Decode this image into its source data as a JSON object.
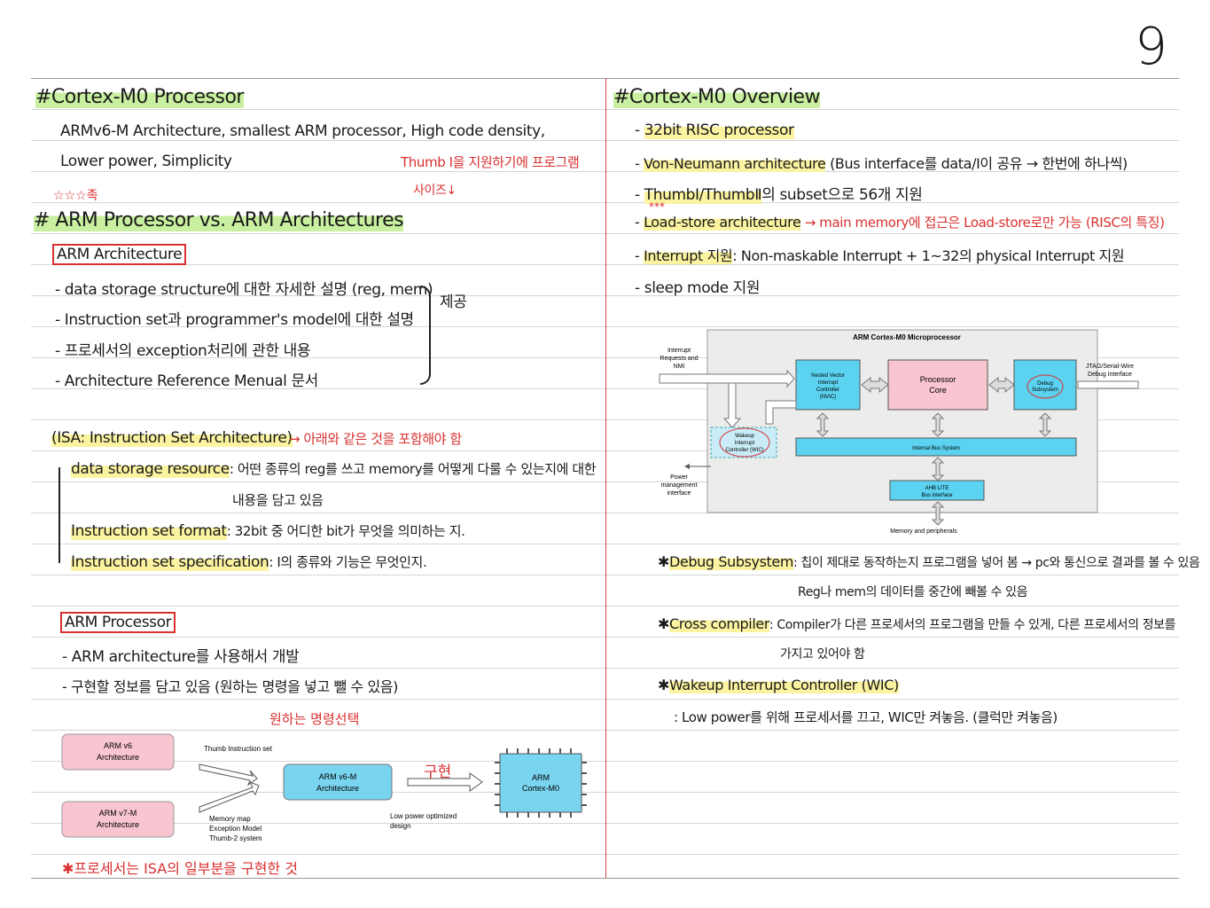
{
  "page_number": "9",
  "left": {
    "title1": "#Cortex-M0 Processor",
    "intro1": "ARMv6-M Architecture, smallest ARM processor, High code density,",
    "intro2": "Lower power, Simplicity",
    "intro_note1": "Thumb Ⅰ을 지원하기에 프로그램",
    "intro_note2": "사이즈↓",
    "star_note": "☆☆☆족",
    "title2": "# ARM Processor vs. ARM Architectures",
    "arch_box": "ARM Architecture",
    "arch_items": [
      "- data storage structure에 대한 자세한 설명 (reg, mem)",
      "- Instruction set과 programmer's model에 대한 설명",
      "- 프로세서의 exception처리에 관한 내용",
      "- Architecture Reference Menual 문서"
    ],
    "arch_brace_label": "제공",
    "isa_title": "(ISA: Instruction Set Architecture)",
    "isa_note": "→ 아래와 같은 것을 포함해야 함",
    "isa_items": [
      {
        "term": "data storage resource",
        "desc": ": 어떤 종류의 reg를 쓰고 memory를 어떻게 다룰 수 있는지에 대한"
      },
      {
        "term": "",
        "desc": "내용을 담고 있음"
      },
      {
        "term": "Instruction set format",
        "desc": ": 32bit 중 어디한 bit가 무엇을 의미하는 지."
      },
      {
        "term": "Instruction set specification",
        "desc": ": Ⅰ의 종류와 기능은 무엇인지."
      }
    ],
    "proc_box": "ARM Processor",
    "proc_items": [
      "- ARM architecture를 사용해서 개발",
      "- 구현할 정보를 담고 있음 (원하는 명령을 넣고 뺄 수 있음)"
    ],
    "diagram_note": "원하는 명령선택",
    "impl_note": "구현",
    "footer_note": "✱프로세서는 ISA의 일부분을 구현한 것",
    "diagram": {
      "v6": [
        "ARM v6",
        "Architecture"
      ],
      "v7": [
        "ARM v7-M",
        "Architecture"
      ],
      "v6m": [
        "ARM v6-M",
        "Architecture"
      ],
      "cpu": [
        "ARM",
        "Cortex-M0"
      ],
      "thumb_label": "Thumb Instruction set",
      "mem_labels": [
        "Memory map",
        "Exception Model",
        "Thumb-2 system"
      ],
      "low_power": [
        "Low power optimized",
        "design"
      ]
    }
  },
  "right": {
    "title": "#Cortex-M0 Overview",
    "items": [
      {
        "term": "32bit RISC processor",
        "rest": ""
      },
      {
        "term": "Von-Neumann architecture",
        "rest": " (Bus interface를 data/Ⅰ이 공유 → 한번에 하나씩)"
      },
      {
        "term": "ThumbⅠ/ThumbⅡ",
        "rest": "의 subset으로 56개 지원"
      },
      {
        "term": "Load-store architecture",
        "rest": " → main memory에 접근은 Load-store로만 가능 (RISC의 특징)"
      },
      {
        "term": "Interrupt 지원",
        "rest": ": Non-maskable Interrupt + 1~32의 physical Interrupt 지원"
      },
      {
        "term": "",
        "rest": "sleep mode 지원"
      }
    ],
    "stars": "***",
    "diagram": {
      "title": "ARM Cortex-M0 Microprocessor",
      "irq": [
        "Interrupt",
        "Requests and",
        "NMI"
      ],
      "nvic": [
        "Nested Vector",
        "Interrupt",
        "Controller",
        "(NVIC)"
      ],
      "core": [
        "Processor",
        "Core"
      ],
      "debug": [
        "Debug",
        "Subsystem"
      ],
      "jtag": [
        "JTAG/Serial-Wire",
        "Debug Interface"
      ],
      "wic": [
        "Wakeup",
        "Interrupt",
        "Controller (WIC)"
      ],
      "power": [
        "Power",
        "management",
        "interface"
      ],
      "bus": "Internal Bus System",
      "ahb": [
        "AHB LITE",
        "Bus interface"
      ],
      "mem": "Memory and peripherals"
    },
    "notes": [
      {
        "term": "Debug Subsystem",
        "desc": ": 칩이 제대로 동작하는지 프로그램을 넣어 봄 → pc와 통신으로 결과를 볼 수 있음",
        "desc2": "Reg나 mem의 데이터를 중간에 빼볼 수 있음"
      },
      {
        "term": "Cross compiler",
        "desc": ": Compiler가 다른 프로세서의 프로그램을 만들 수 있게, 다른 프로세서의 정보를",
        "desc2": "가지고 있어야 함"
      },
      {
        "term": "Wakeup Interrupt Controller (WIC)",
        "desc": "",
        "desc2": ": Low power를 위해 프로세서를 끄고, WIC만 켜놓음. (클럭만 켜놓음)"
      }
    ]
  }
}
